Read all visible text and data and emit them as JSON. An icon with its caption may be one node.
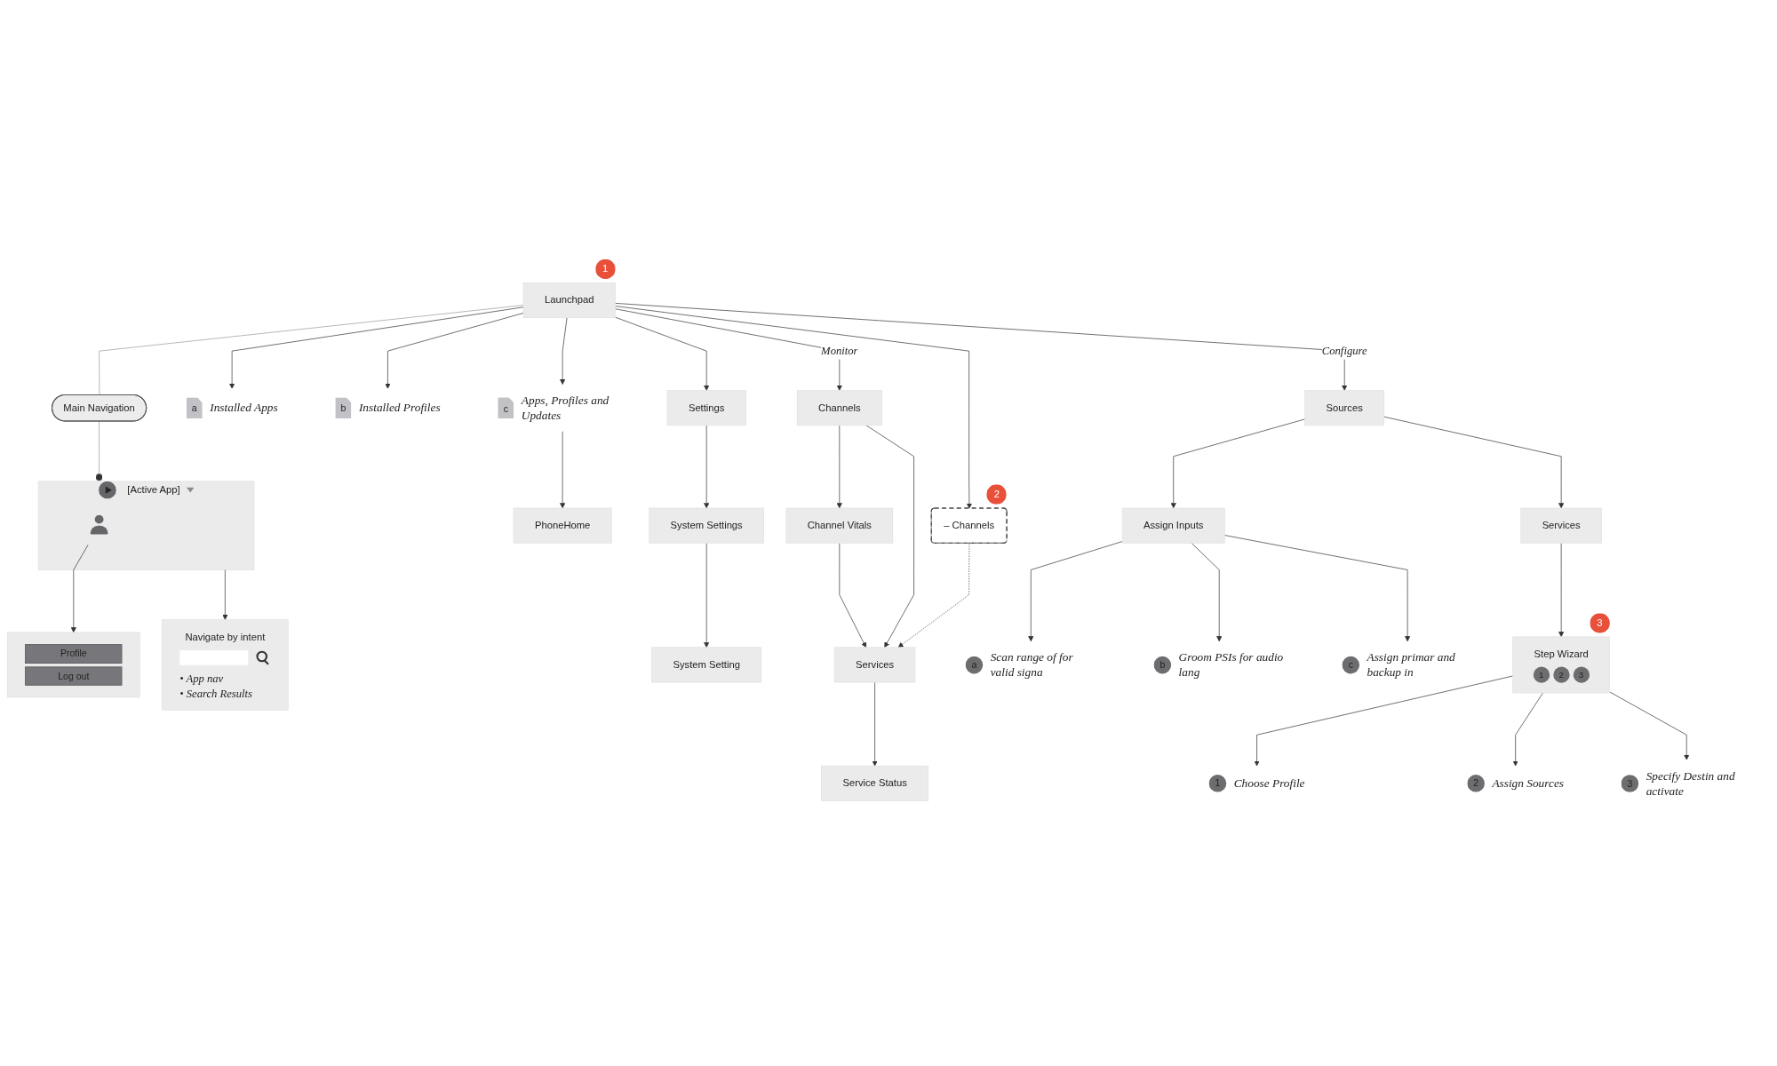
{
  "diagram": {
    "nodes": [
      {
        "text": [
          "Launchpad"
        ],
        "beside": [
          "1"
        ]
      },
      {
        "text": [
          "Main Navigation"
        ]
      },
      {
        "text": [
          "[Active App]"
        ]
      },
      {
        "text": [],
        "shape": "person",
        "in": 2
      },
      {
        "text": [
          "Navigate by intent",
          "• App nav",
          "• Search Results"
        ]
      },
      {
        "text": [
          "Profile",
          "Log out"
        ]
      },
      {
        "text": [
          "a"
        ],
        "beside": [
          "Installed Apps"
        ]
      },
      {
        "text": [
          "b"
        ],
        "beside": [
          "Installed Profiles"
        ]
      },
      {
        "text": [
          "c"
        ],
        "beside": [
          "Apps, Profiles and Updates"
        ]
      },
      {
        "text": [
          "PhoneHome"
        ]
      },
      {
        "text": [
          "Settings"
        ]
      },
      {
        "text": [
          "Channels"
        ]
      },
      {
        "text": [
          "Channel Vitals"
        ]
      },
      {
        "text": [
          "– Channels"
        ],
        "beside": [
          "2"
        ]
      },
      {
        "text": [
          "Sources"
        ]
      },
      {
        "text": [
          "Assign Inputs"
        ]
      },
      {
        "text": [
          "a"
        ],
        "beside": [
          "Scan range of for valid signa"
        ]
      },
      {
        "text": [
          "b"
        ],
        "beside": [
          "Groom PSIs for audio lang"
        ]
      },
      {
        "text": [
          "c"
        ],
        "beside": [
          "Assign primar and backup in"
        ]
      },
      {
        "text": [
          "System Settings"
        ]
      },
      {
        "text": [
          "System Setting"
        ]
      },
      {
        "text": [
          "Services"
        ]
      },
      {
        "text": [
          "Service Status"
        ]
      },
      {
        "text": [
          "Services"
        ]
      },
      {
        "text": [
          "Step Wizard",
          "1",
          "2",
          "3"
        ],
        "beside": [
          "3"
        ]
      },
      {
        "text": [
          "1"
        ],
        "beside": [
          "Choose Profile"
        ]
      },
      {
        "text": [
          "2"
        ],
        "beside": [
          "Assign Sources"
        ]
      },
      {
        "text": [
          "3"
        ],
        "beside": [
          "Specify Destin and activate"
        ]
      }
    ],
    "edges": [
      {
        "from": 0,
        "to": 1,
        "arrow": "none",
        "color": "#999999"
      },
      {
        "from": 1,
        "to": 2,
        "arrow": "other",
        "color": "#999999"
      },
      {
        "from": 2,
        "to": 4,
        "arrow": "to"
      },
      {
        "from": 3,
        "to": 5,
        "arrow": "to"
      },
      {
        "from": 0,
        "to": 6,
        "arrow": "to"
      },
      {
        "from": 0,
        "to": 7,
        "arrow": "to"
      },
      {
        "from": 0,
        "to": 8,
        "arrow": "to"
      },
      {
        "from": 8,
        "to": 9,
        "arrow": "to"
      },
      {
        "from": 0,
        "to": 10,
        "arrow": "to"
      },
      {
        "from": 0,
        "to": 11,
        "arrow": "to",
        "label": "Monitor"
      },
      {
        "from": 0,
        "to": 13,
        "arrow": "to"
      },
      {
        "from": 0,
        "to": 14,
        "arrow": "to",
        "label": "Configure"
      },
      {
        "from": 11,
        "to": 12,
        "arrow": "to"
      },
      {
        "from": 14,
        "to": 15,
        "arrow": "to"
      },
      {
        "from": 15,
        "to": 16,
        "arrow": "to"
      },
      {
        "from": 15,
        "to": 17,
        "arrow": "to"
      },
      {
        "from": 15,
        "to": 18,
        "arrow": "to"
      },
      {
        "from": 10,
        "to": 19,
        "arrow": "to"
      },
      {
        "from": 11,
        "to": 21,
        "arrow": "to"
      },
      {
        "from": 12,
        "to": 21,
        "arrow": "to"
      },
      {
        "from": 13,
        "to": 21,
        "arrow": "to",
        "style": "dashed"
      },
      {
        "from": 14,
        "to": 23,
        "arrow": "to"
      },
      {
        "from": 19,
        "to": 20,
        "arrow": "to"
      },
      {
        "from": 21,
        "to": 22,
        "arrow": "to"
      },
      {
        "from": 23,
        "to": 24,
        "arrow": "to"
      },
      {
        "from": 24,
        "to": 25,
        "arrow": "to"
      },
      {
        "from": 24,
        "to": 26,
        "arrow": "to"
      },
      {
        "from": 24,
        "to": 27,
        "arrow": "to"
      }
    ]
  }
}
